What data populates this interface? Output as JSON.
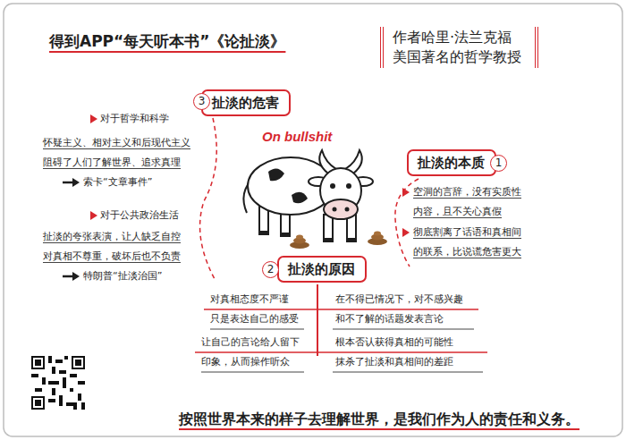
{
  "diagram": {
    "title": "得到APP“每天听本书”《论扯淡》",
    "caption": "按照世界本来的样子去理解世界，是我们作为人的责任和义务。",
    "nodes": [
      {
        "text": [
          "作者哈里·法兰克福 美国著名的哲学教授"
        ]
      },
      {
        "text": [
          "扯淡的危害"
        ]
      },
      {
        "text": [
          "扯淡的本质"
        ]
      },
      {
        "text": [
          "扯淡的原因"
        ]
      }
    ],
    "labels": [
      "3",
      "对于哲学和科学",
      "怀疑主义、相对主义和后现代主义 阻碍了人们了解世界、追求真理",
      "索卡“文章事件”",
      "对于公共政治生活",
      "扯淡的夸张表演，让人缺乏自控 对真相不尊重，破坏后也不负责",
      "特朗普“扯淡治国”",
      "On bullshit",
      "1",
      "空洞的言辞，没有实质性 内容，且不关心真假",
      "彻底割离了话语和真相间 的联系，比说谎危害更大",
      "2",
      "对真相态度不严谨 只是表达自己的感受",
      "在不得已情况下，对不感兴趣 和不了解的话题发表言论",
      "让自己的言论给人留下 印象，从而操作听众",
      "根本否认获得真相的可能性 抹杀了扯淡和真相间的差距"
    ]
  }
}
